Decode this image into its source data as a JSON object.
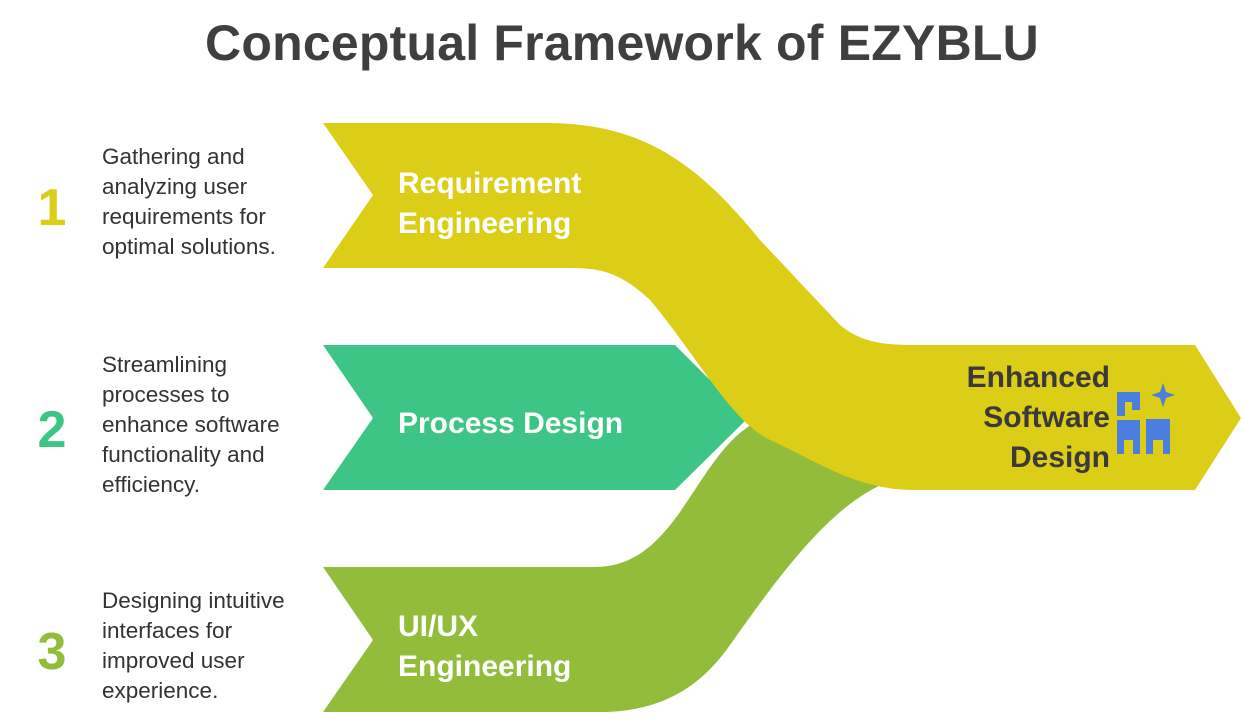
{
  "title": "Conceptual Framework of EZYBLU",
  "steps": [
    {
      "number": "1",
      "label_lines": [
        "Requirement",
        "Engineering"
      ],
      "description": "Gathering and analyzing user requirements for optimal solutions.",
      "color": "#dccd17"
    },
    {
      "number": "2",
      "label_lines": [
        "Process Design"
      ],
      "description": "Streamlining processes to enhance software functionality and efficiency.",
      "color": "#3dc585"
    },
    {
      "number": "3",
      "label_lines": [
        "UI/UX",
        "Engineering"
      ],
      "description": "Designing intuitive interfaces for improved user experience.",
      "color": "#92bd3a"
    }
  ],
  "outcome": {
    "label_lines": [
      "Enhanced",
      "Software",
      "Design"
    ],
    "color": "#dccd17",
    "icon": "software-design-icon",
    "icon_color": "#4a7fe0"
  },
  "colors": {
    "title_text": "#3f3f3f",
    "body_text": "#333333"
  }
}
